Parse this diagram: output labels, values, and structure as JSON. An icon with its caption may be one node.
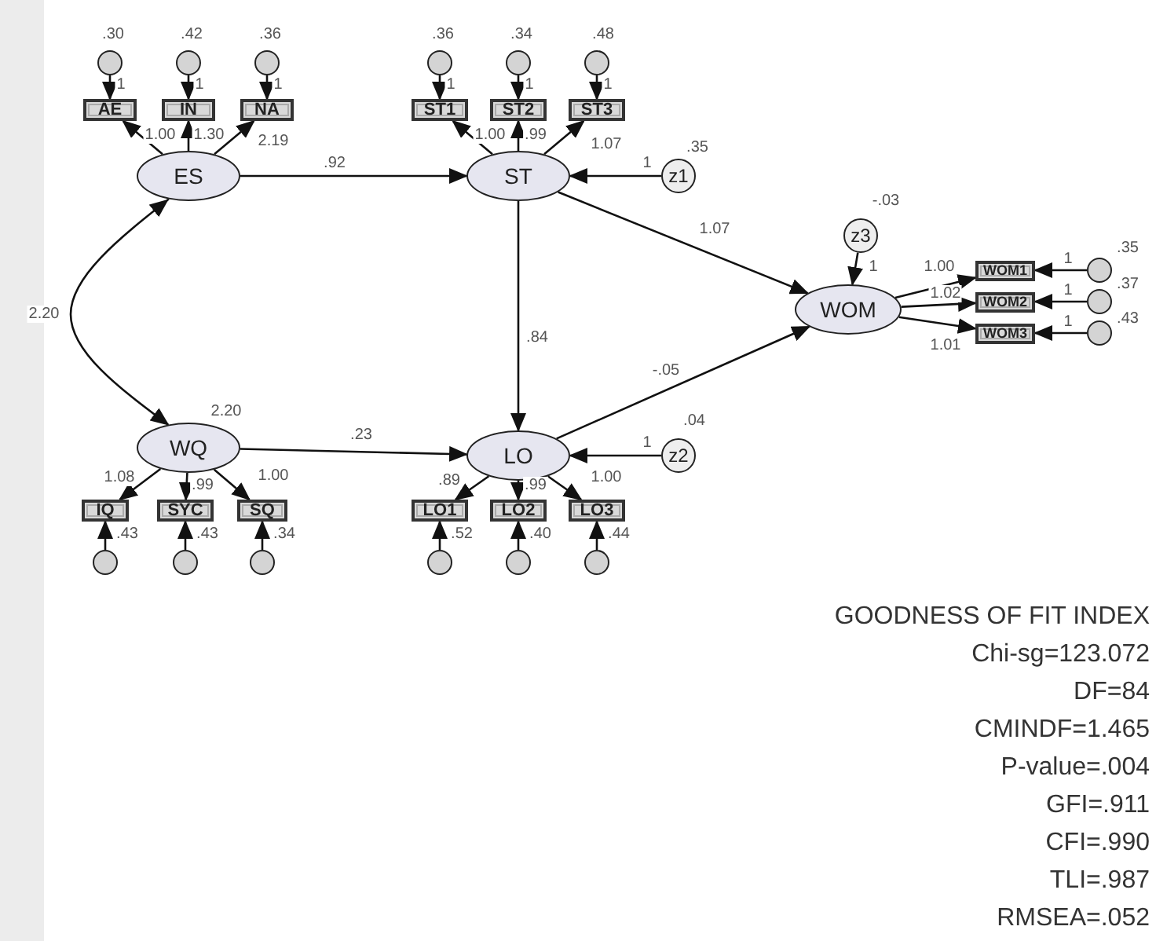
{
  "diagram": {
    "nodes": [
      {
        "text": [
          "ES"
        ]
      },
      {
        "text": [
          "AE"
        ]
      },
      {
        "text": [
          "IN"
        ]
      },
      {
        "text": [
          "NA"
        ]
      },
      {
        "text": [],
        "shape": "circle",
        "beside": [
          ".30"
        ]
      },
      {
        "text": [],
        "shape": "circle",
        "beside": [
          ".42"
        ]
      },
      {
        "text": [],
        "shape": "circle",
        "beside": [
          ".36"
        ]
      },
      {
        "text": [
          "ST"
        ]
      },
      {
        "text": [
          "ST1"
        ]
      },
      {
        "text": [
          "ST2"
        ]
      },
      {
        "text": [
          "ST3"
        ]
      },
      {
        "text": [],
        "shape": "circle",
        "beside": [
          ".36"
        ]
      },
      {
        "text": [],
        "shape": "circle",
        "beside": [
          ".34"
        ]
      },
      {
        "text": [],
        "shape": "circle",
        "beside": [
          ".48"
        ]
      },
      {
        "text": [
          "z1"
        ],
        "beside": [
          ".35"
        ]
      },
      {
        "text": [
          "WOM"
        ]
      },
      {
        "text": [
          "z3"
        ],
        "beside": [
          "-.03"
        ]
      },
      {
        "text": [
          "WOM1"
        ]
      },
      {
        "text": [
          "WOM2"
        ]
      },
      {
        "text": [
          "WOM3"
        ]
      },
      {
        "text": [],
        "shape": "circle",
        "beside": [
          ".35"
        ]
      },
      {
        "text": [],
        "shape": "circle",
        "beside": [
          ".37"
        ]
      },
      {
        "text": [],
        "shape": "circle",
        "beside": [
          ".43"
        ]
      },
      {
        "text": [
          "WQ"
        ],
        "beside": [
          "2.20"
        ]
      },
      {
        "text": [
          "IQ"
        ]
      },
      {
        "text": [
          "SYC"
        ]
      },
      {
        "text": [
          "SQ"
        ]
      },
      {
        "text": [],
        "shape": "circle",
        "beside": [
          ".43"
        ]
      },
      {
        "text": [],
        "shape": "circle",
        "beside": [
          ".43"
        ]
      },
      {
        "text": [],
        "shape": "circle",
        "beside": [
          ".34"
        ]
      },
      {
        "text": [
          "LO"
        ]
      },
      {
        "text": [
          "LO1"
        ]
      },
      {
        "text": [
          "LO2"
        ]
      },
      {
        "text": [
          "LO3"
        ]
      },
      {
        "text": [],
        "shape": "circle",
        "beside": [
          ".52"
        ]
      },
      {
        "text": [],
        "shape": "circle",
        "beside": [
          ".40"
        ]
      },
      {
        "text": [],
        "shape": "circle",
        "beside": [
          ".44"
        ]
      },
      {
        "text": [
          "z2"
        ],
        "beside": [
          ".04"
        ]
      }
    ],
    "edges": [
      {
        "from": 0,
        "to": 1,
        "arrow": "to",
        "label": "1.00"
      },
      {
        "from": 0,
        "to": 2,
        "arrow": "to",
        "label": "1.30"
      },
      {
        "from": 0,
        "to": 3,
        "arrow": "to",
        "label": "2.19"
      },
      {
        "from": 4,
        "to": 1,
        "arrow": "to",
        "label": "1"
      },
      {
        "from": 5,
        "to": 2,
        "arrow": "to",
        "label": "1"
      },
      {
        "from": 6,
        "to": 3,
        "arrow": "to",
        "label": "1"
      },
      {
        "from": 0,
        "to": 7,
        "arrow": "to",
        "label": ".92"
      },
      {
        "from": 14,
        "to": 7,
        "arrow": "to",
        "label": "1"
      },
      {
        "from": 7,
        "to": 8,
        "arrow": "to",
        "label": "1.00"
      },
      {
        "from": 7,
        "to": 9,
        "arrow": "to",
        "label": ".99"
      },
      {
        "from": 7,
        "to": 10,
        "arrow": "to",
        "label": "1.07"
      },
      {
        "from": 11,
        "to": 8,
        "arrow": "to",
        "label": "1"
      },
      {
        "from": 12,
        "to": 9,
        "arrow": "to",
        "label": "1"
      },
      {
        "from": 13,
        "to": 10,
        "arrow": "to",
        "label": "1"
      },
      {
        "from": 7,
        "to": 15,
        "arrow": "to",
        "label": "1.07"
      },
      {
        "from": 7,
        "to": 30,
        "arrow": "to",
        "label": ".84"
      },
      {
        "from": 0,
        "to": 23,
        "arrow": "both",
        "label": "2.20"
      },
      {
        "from": 23,
        "to": 30,
        "arrow": "to",
        "label": ".23"
      },
      {
        "from": 23,
        "to": 24,
        "arrow": "to",
        "label": "1.08"
      },
      {
        "from": 23,
        "to": 25,
        "arrow": "to",
        "label": ".99"
      },
      {
        "from": 23,
        "to": 26,
        "arrow": "to",
        "label": "1.00"
      },
      {
        "from": 27,
        "to": 24,
        "arrow": "to"
      },
      {
        "from": 28,
        "to": 25,
        "arrow": "to"
      },
      {
        "from": 29,
        "to": 26,
        "arrow": "to"
      },
      {
        "from": 30,
        "to": 31,
        "arrow": "to",
        "label": ".89"
      },
      {
        "from": 30,
        "to": 32,
        "arrow": "to",
        "label": ".99"
      },
      {
        "from": 30,
        "to": 33,
        "arrow": "to",
        "label": "1.00"
      },
      {
        "from": 34,
        "to": 31,
        "arrow": "to"
      },
      {
        "from": 35,
        "to": 32,
        "arrow": "to"
      },
      {
        "from": 36,
        "to": 33,
        "arrow": "to"
      },
      {
        "from": 37,
        "to": 30,
        "arrow": "to",
        "label": "1"
      },
      {
        "from": 30,
        "to": 15,
        "arrow": "to",
        "label": "-.05"
      },
      {
        "from": 16,
        "to": 15,
        "arrow": "to",
        "label": "1"
      },
      {
        "from": 15,
        "to": 17,
        "arrow": "to",
        "label": "1.00"
      },
      {
        "from": 15,
        "to": 18,
        "arrow": "to",
        "label": "1.02"
      },
      {
        "from": 15,
        "to": 19,
        "arrow": "to",
        "label": "1.01"
      },
      {
        "from": 20,
        "to": 17,
        "arrow": "to",
        "label": "1"
      },
      {
        "from": 21,
        "to": 18,
        "arrow": "to",
        "label": "1"
      },
      {
        "from": 22,
        "to": 19,
        "arrow": "to",
        "label": "1"
      }
    ],
    "labels": [
      "GOODNESS OF FIT INDEX",
      "Chi-sg=123.072",
      "DF=84",
      "CMINDF=1.465",
      "P-value=.004",
      "GFI=.911",
      "CFI=.990",
      "TLI=.987",
      "RMSEA=.052"
    ]
  }
}
